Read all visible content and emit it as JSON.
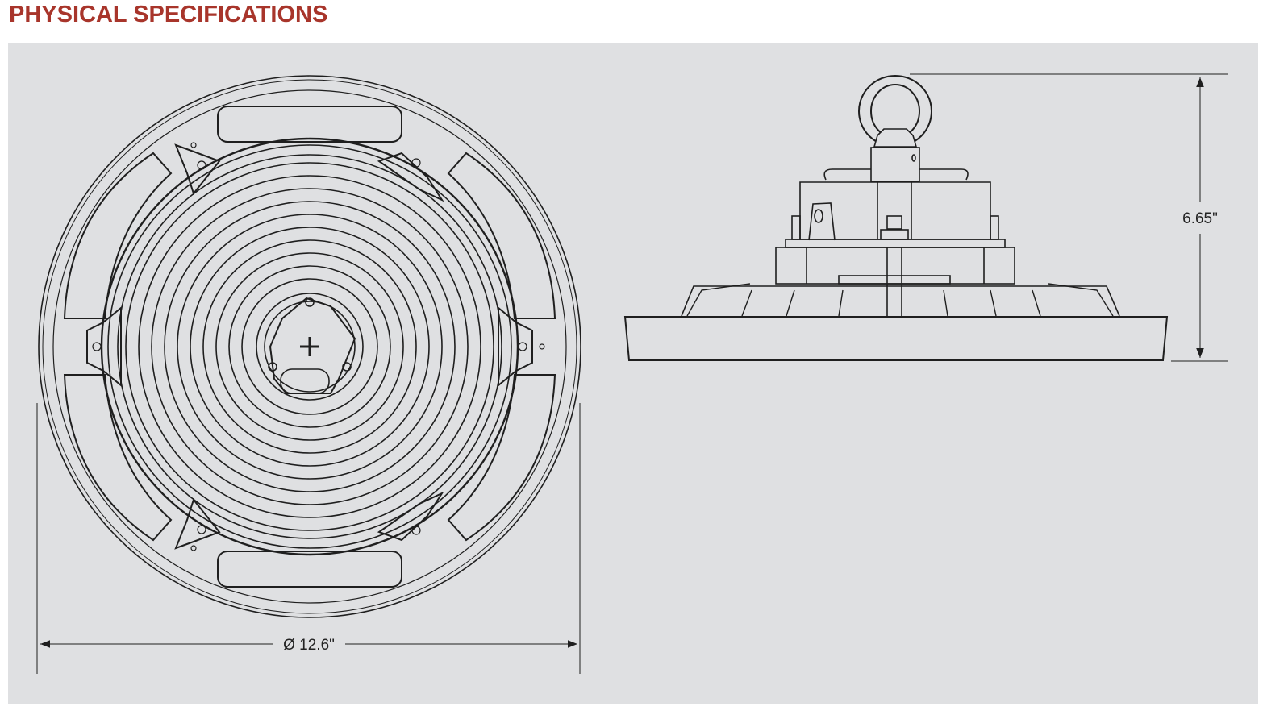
{
  "header": {
    "title": "PHYSICAL SPECIFICATIONS"
  },
  "drawings": {
    "top_view": {
      "diameter_label": "Ø 12.6\""
    },
    "side_view": {
      "height_label": "6.65\""
    }
  },
  "colors": {
    "title": "#a8352b",
    "panel": "#dfe0e2",
    "line": "#1f1f1f"
  }
}
